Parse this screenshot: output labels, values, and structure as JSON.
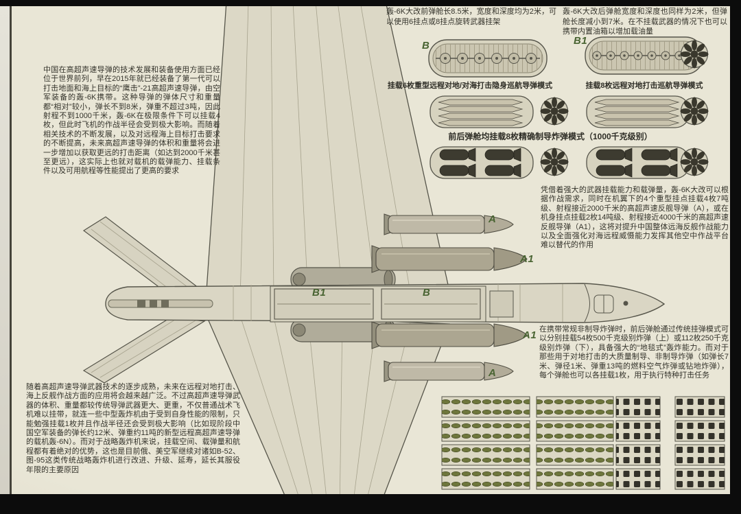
{
  "colors": {
    "background": "#e9e6d6",
    "accent_green": "#486331",
    "ink": "#34332b",
    "bomb_green": "#6e763c",
    "bomb_dark": "#34322a"
  },
  "notes": {
    "front_bay": "轰-6K大改前弹舱长8.5米，宽度和深度均为2米，可以使用6挂点或8挂点旋转武器挂架",
    "rear_bay": "轰-6K大改后弹舱宽度和深度也同样为2米，但弹舱长度减小到7米。在不挂载武器的情况下也可以携带内置油箱以增加载油量"
  },
  "captions": {
    "cruise6_mode": "挂载6枚重型远程对地/对海打击隐身巡航导弹模式",
    "cruise8_mode": "挂载8枚远程对地打击巡航导弹模式",
    "pgm_mode": "前后弹舱均挂载8枚精确制导炸弹模式（1000千克级别）"
  },
  "paragraphs": {
    "left_top": "中国在高超声速导弹的技术发展和装备使用方面已经位于世界前列，早在2015年就已经装备了第一代可以打击地面和海上目标的“鹰击”-21高超声速导弹，由空军装备的轰-6K携带。这种导弹的弹体尺寸和重量都“相对”较小，弹长不到8米，弹重不超过3吨，因此射程不到1000千米，轰-6K在极限条件下可以挂载4枚，但此时飞机的作战半径会受到极大影响。而随着相关技术的不断发展，以及对远程海上目标打击要求的不断提高，未来高超声速导弹的体积和重量将会进一步增加以获取更远的打击距离（如达到2000千米甚至更远），这实际上也就对载机的载弹能力、挂载条件以及可用航程等性能提出了更高的要求",
    "left_bottom": "随着高超声速导弹武器技术的逐步成熟，未来在远程对地打击、海上反舰作战方面的应用将会越来越广泛。不过高超声速导弹武器的体积、重量都较传统导弹武器更大、更重，不仅普通战术飞机难以挂带，就连一些中型轰炸机由于受到自身性能的限制，只能勉强挂载1枚并且作战半径还会受到极大影响（比如现阶段中国空军装备的弹长约12米、弹重约11吨的新型远程高超声速导弹的载机轰-6N）。而对于战略轰炸机来说，挂载空间、载弹量和航程都有着绝对的优势，这也是目前俄、美空军继续对诸如B-52、图-95这类传统战略轰炸机进行改进、升级、延寿，延长其服役年限的主要原因",
    "right_capability": "凭借着强大的武器挂载能力和载弹量，轰-6K大改可以根据作战需求，同时在机翼下的4个重型挂点挂载4枚7吨级、射程接近2000千米的高超声速反舰导弹（A），或在机身挂点挂载2枚14吨级、射程接近4000千米的高超声速反舰导弹（A1），这将对提升中国整体远海反舰作战能力以及全面强化对海远程威慑能力发挥其他空中作战平台难以替代的作用",
    "right_bombs": "在携带常规非制导炸弹时，前后弹舱通过传统挂弹模式可以分别挂载54枚500千克级别炸弹（上）或112枚250千克级别炸弹（下），具备强大的“地毯式”轰炸能力。而对于那些用于对地打击的大质量制导、非制导炸弹（如弹长7米、弹径1米、弹重13吨的燃料空气炸弹或钻地炸弹），每个弹舱也可以各挂载1枚，用于执行特种打击任务"
  },
  "labels": {
    "front_bay": "B",
    "rear_bay": "B1",
    "wing_missile": "A",
    "body_missile": "A1"
  }
}
